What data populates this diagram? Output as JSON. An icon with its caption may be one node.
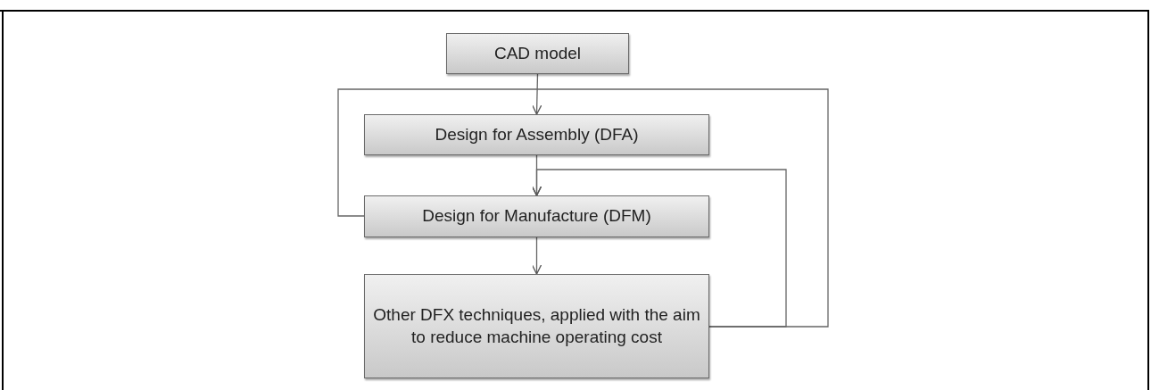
{
  "diagram": {
    "nodes": [
      {
        "text": [
          "CAD model"
        ]
      },
      {
        "text": [
          "Design for Assembly (DFA)"
        ]
      },
      {
        "text": [
          "Design for Manufacture (DFM)"
        ]
      },
      {
        "text": [
          "Other DFX techniques, applied with the aim to reduce machine operating cost"
        ]
      }
    ],
    "edges": [
      {
        "from": 0,
        "to": 1,
        "arrow": "to"
      },
      {
        "from": 1,
        "to": 2,
        "arrow": "to"
      },
      {
        "from": 2,
        "to": 3,
        "arrow": "to"
      },
      {
        "from": 3,
        "to": 2,
        "arrow": "to"
      },
      {
        "from": 3,
        "to": 2,
        "arrow": "none"
      }
    ]
  }
}
